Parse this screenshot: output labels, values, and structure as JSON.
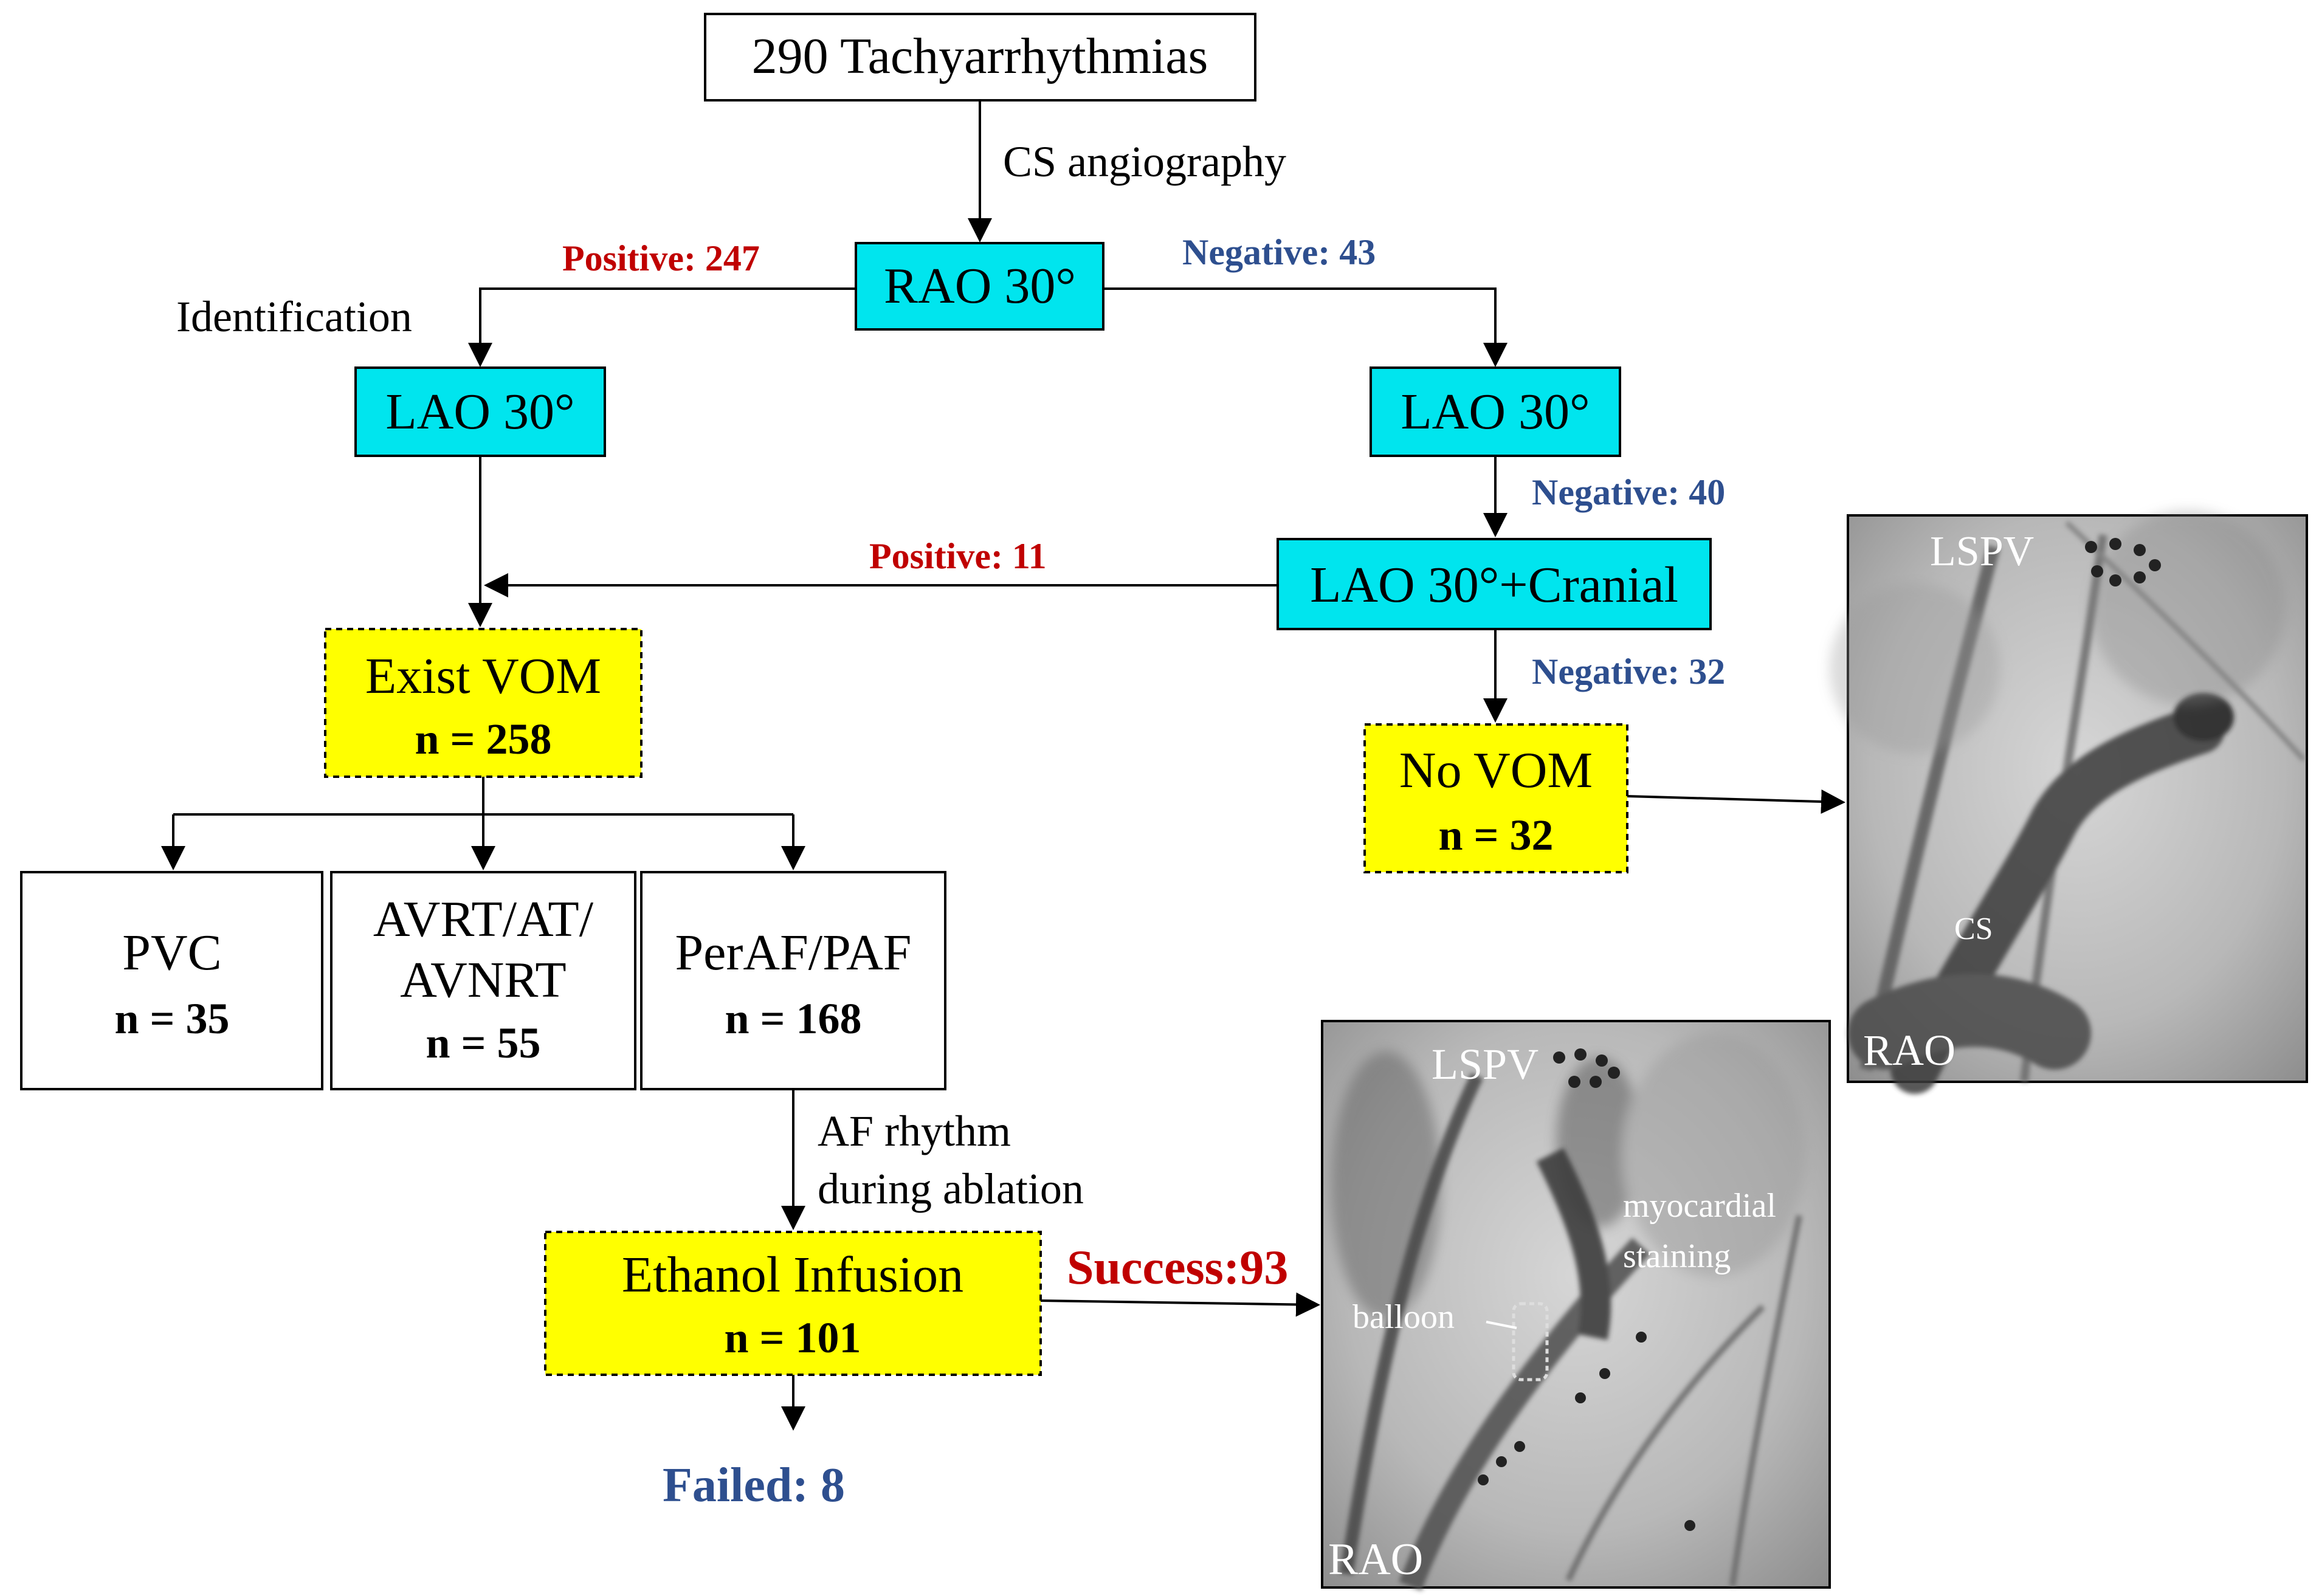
{
  "nodes": {
    "start": "290 Tachyarrhythmias",
    "rao": "RAO 30°",
    "lao_left": "LAO 30°",
    "lao_right": "LAO 30°",
    "lao_cranial": "LAO 30°+Cranial",
    "exist_vom": {
      "title": "Exist VOM",
      "count": "n = 258"
    },
    "no_vom": {
      "title": "No VOM",
      "count": "n = 32"
    },
    "pvc": {
      "title": "PVC",
      "count": "n = 35"
    },
    "avrt": {
      "title_line1": "AVRT/AT/",
      "title_line2": "AVNRT",
      "count": "n = 55"
    },
    "peraf": {
      "title": "PerAF/PAF",
      "count": "n = 168"
    },
    "ethanol": {
      "title": "Ethanol Infusion",
      "count": "n = 101"
    }
  },
  "edge_labels": {
    "cs_angiography": "CS angiography",
    "identification": "Identification",
    "positive_247": "Positive: 247",
    "negative_43": "Negative: 43",
    "negative_40": "Negative: 40",
    "positive_11": "Positive: 11",
    "negative_32": "Negative: 32",
    "af_rhythm_line1": "AF rhythm",
    "af_rhythm_line2": "during ablation",
    "success": "Success:93",
    "failed": "Failed: 8"
  },
  "images": {
    "top": {
      "lspv": "LSPV",
      "cs": "CS",
      "rao": "RAO"
    },
    "bottom": {
      "lspv": "LSPV",
      "myocardial_line1": "myocardial",
      "myocardial_line2": "staining",
      "balloon": "balloon",
      "rao": "RAO"
    }
  },
  "colors": {
    "cyan_box": "#00e5ee",
    "yellow_box": "#ffff00",
    "red_label": "#c00000",
    "blue_label": "#2e4f8f"
  }
}
